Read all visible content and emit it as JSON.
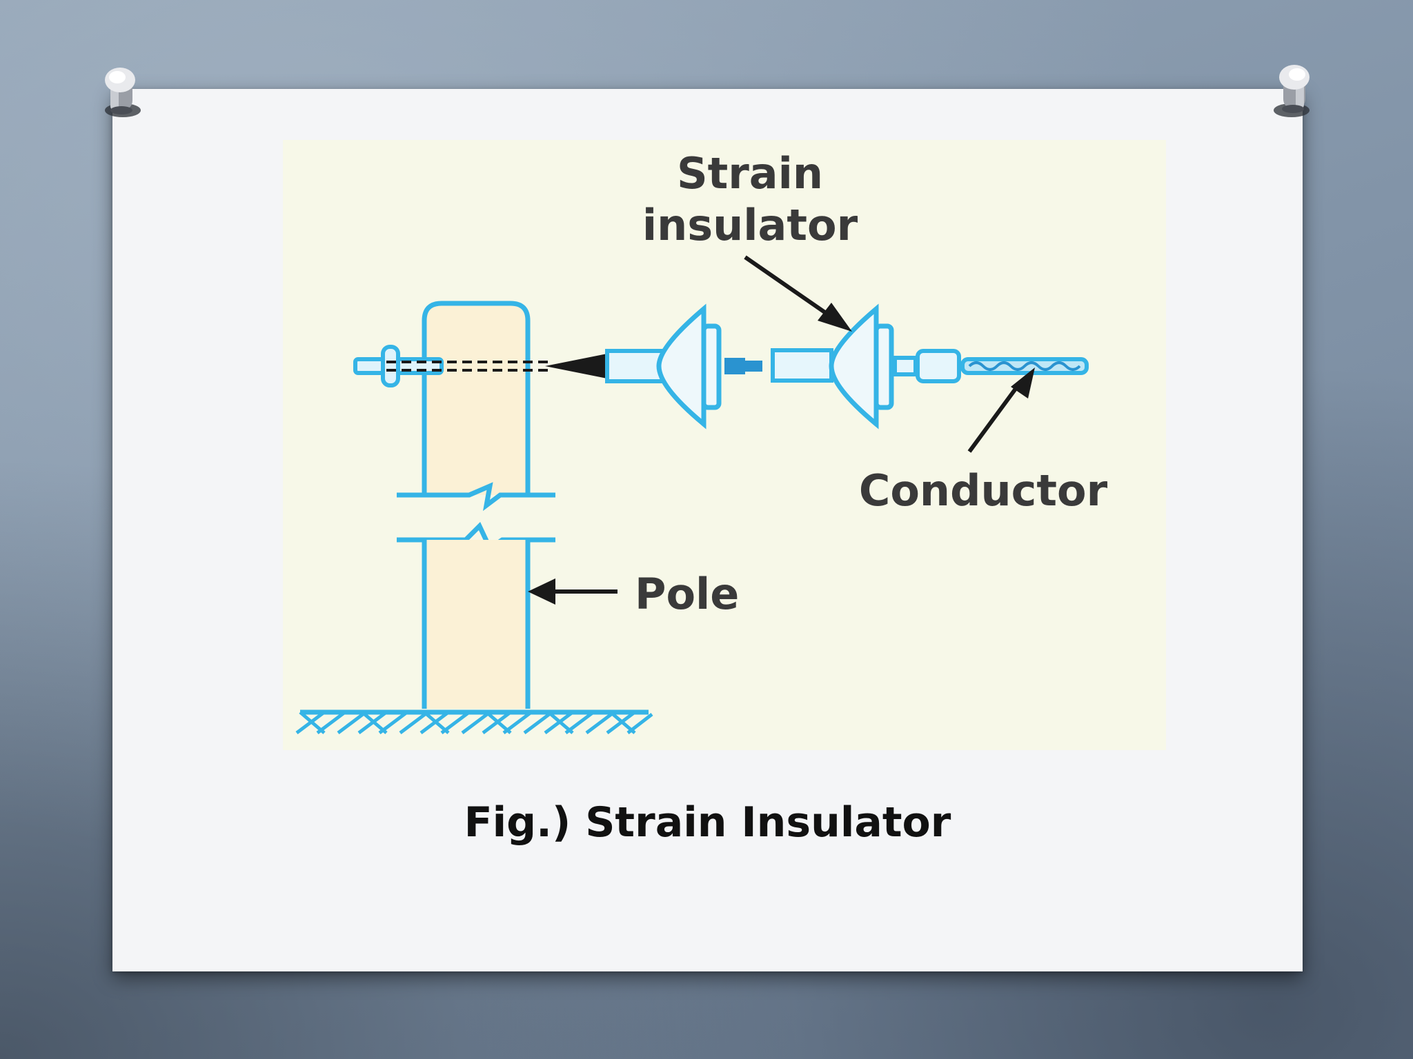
{
  "diagram": {
    "label_strain_line1": "Strain",
    "label_strain_line2": "insulator",
    "label_conductor": "Conductor",
    "label_pole": "Pole"
  },
  "caption": "Fig.) Strain Insulator",
  "colors": {
    "stroke": "#35b4e6",
    "pole_fill": "#fbf1d6",
    "panel": "#f7f8e8",
    "card": "#f4f5f7",
    "background": "#7d8fa3"
  }
}
